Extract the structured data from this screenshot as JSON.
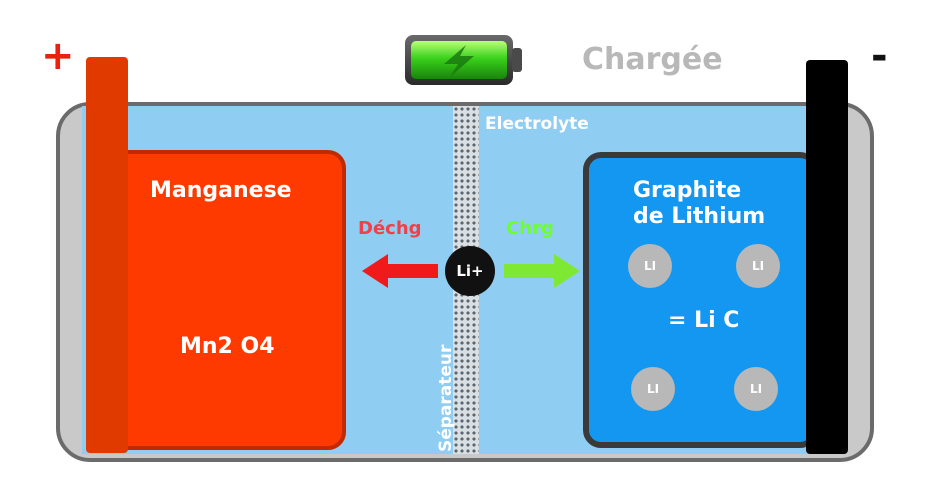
{
  "terminals": {
    "positive": "+",
    "negative": "-"
  },
  "state_label": "Chargée",
  "cathode": {
    "name": "Manganese",
    "formula": "Mn2 O4"
  },
  "anode": {
    "name_line1": "Graphite",
    "name_line2": "de Lithium",
    "formula": "= Li C",
    "atom_label": "LI",
    "atom_count": 4
  },
  "electrolyte_label": "Electrolyte",
  "separator_label": "Séparateur",
  "ion_label": "Li+",
  "arrows": {
    "discharge_label": "Déchg",
    "charge_label": "Chrg"
  },
  "battery_icon": {
    "name": "battery-charging-icon",
    "level": 1.0
  },
  "colors": {
    "positive": "#e03a00",
    "cathode": "#ff3a00",
    "anode": "#1497f0",
    "electrolyte": "#8fcdf2",
    "negative": "#000000",
    "discharge": "#f0414a",
    "charge": "#6cff2c"
  }
}
